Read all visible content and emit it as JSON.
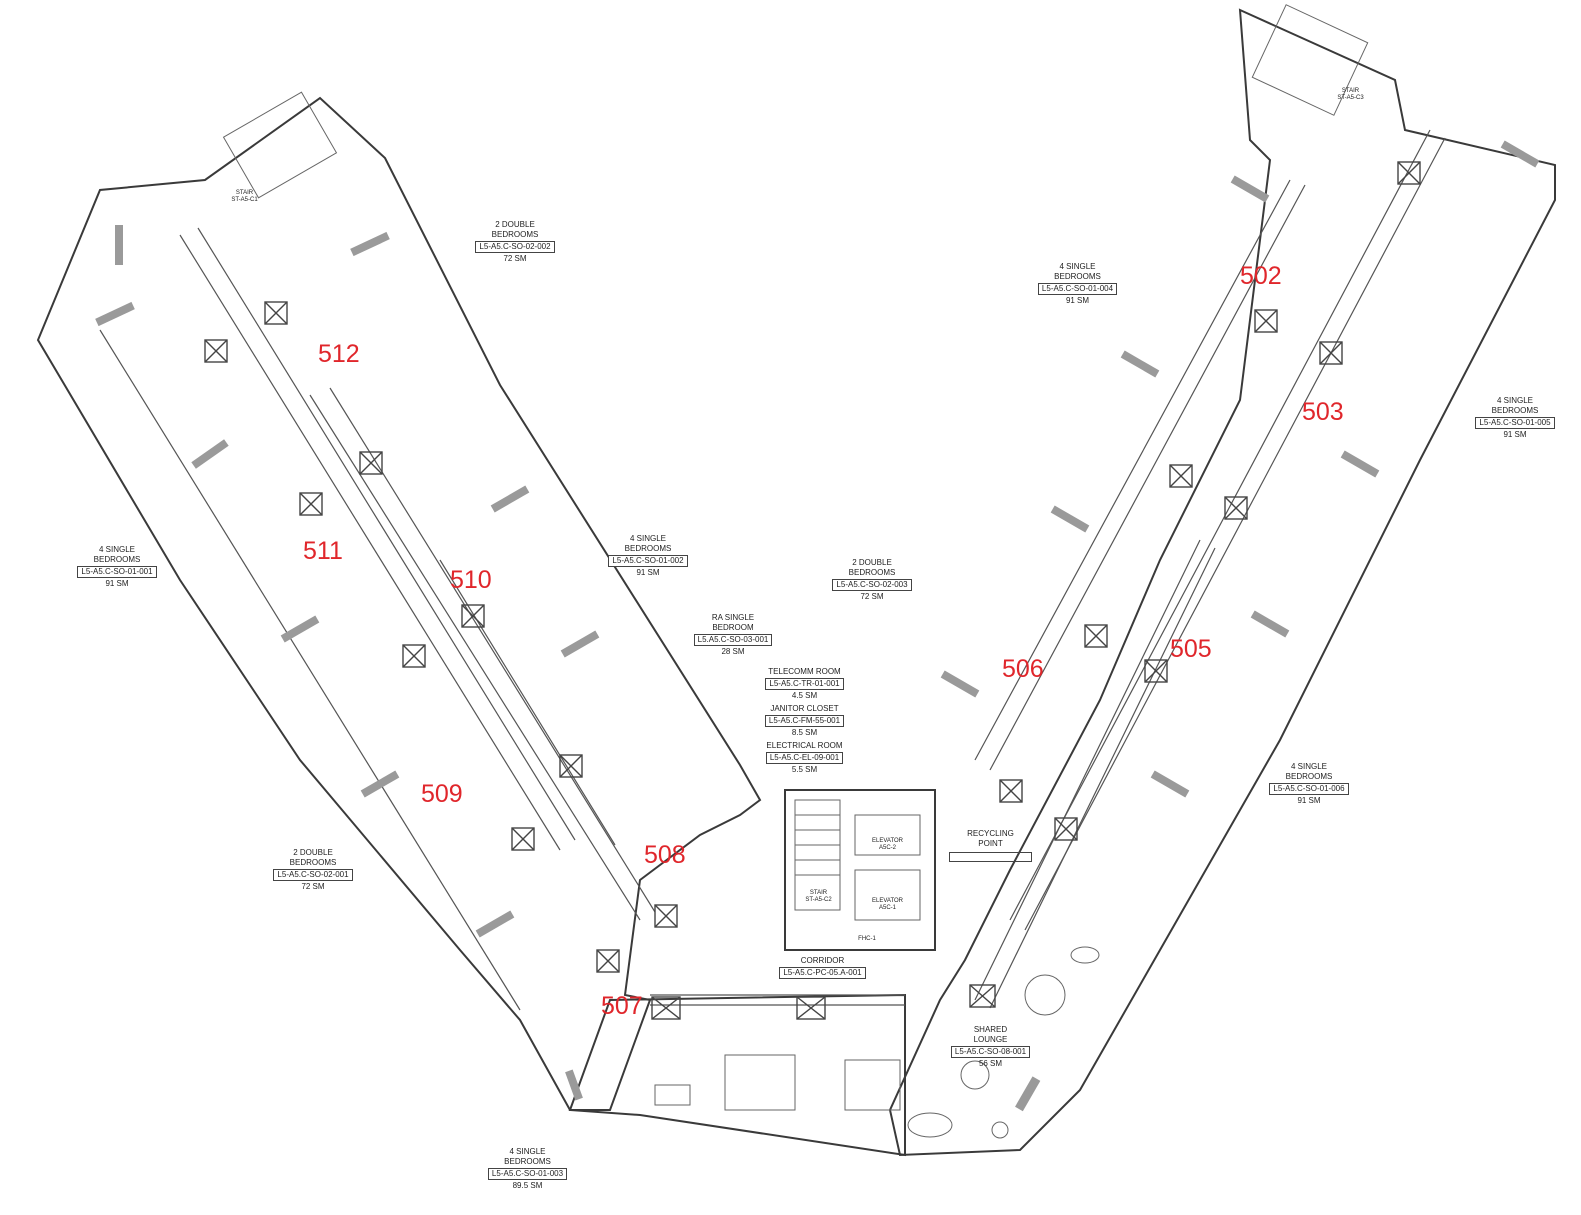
{
  "units": [
    {
      "key": "u502",
      "number": "502"
    },
    {
      "key": "u503",
      "number": "503"
    },
    {
      "key": "u505",
      "number": "505"
    },
    {
      "key": "u506",
      "number": "506"
    },
    {
      "key": "u507",
      "number": "507"
    },
    {
      "key": "u508",
      "number": "508"
    },
    {
      "key": "u509",
      "number": "509"
    },
    {
      "key": "u510",
      "number": "510"
    },
    {
      "key": "u511",
      "number": "511"
    },
    {
      "key": "u512",
      "number": "512"
    }
  ],
  "rooms": {
    "so02_002": {
      "title1": "2 DOUBLE",
      "title2": "BEDROOMS",
      "code": "L5-A5.C-SO-02-002",
      "area": "72 SM"
    },
    "so01_004": {
      "title1": "4 SINGLE",
      "title2": "BEDROOMS",
      "code": "L5-A5.C-SO-01-004",
      "area": "91 SM"
    },
    "so01_005": {
      "title1": "4 SINGLE",
      "title2": "BEDROOMS",
      "code": "L5-A5.C-SO-01-005",
      "area": "91 SM"
    },
    "so01_001": {
      "title1": "4 SINGLE",
      "title2": "BEDROOMS",
      "code": "L5-A5.C-SO-01-001",
      "area": "91 SM"
    },
    "so01_002": {
      "title1": "4 SINGLE",
      "title2": "BEDROOMS",
      "code": "L5-A5.C-SO-01-002",
      "area": "91 SM"
    },
    "so02_003": {
      "title1": "2 DOUBLE",
      "title2": "BEDROOMS",
      "code": "L5-A5.C-SO-02-003",
      "area": "72 SM"
    },
    "so03_001": {
      "title1": "RA SINGLE",
      "title2": "BEDROOM",
      "code": "L5.A5.C-SO-03-001",
      "area": "28 SM"
    },
    "tr01_001": {
      "title1": "TELECOMM ROOM",
      "title2": "",
      "code": "L5-A5.C-TR-01-001",
      "area": "4.5 SM"
    },
    "fm55_001": {
      "title1": "JANITOR CLOSET",
      "title2": "",
      "code": "L5-A5.C-FM-55-001",
      "area": "8.5 SM"
    },
    "el09_001": {
      "title1": "ELECTRICAL ROOM",
      "title2": "",
      "code": "L5-A5.C-EL-09-001",
      "area": "5.5 SM"
    },
    "so01_006": {
      "title1": "4 SINGLE",
      "title2": "BEDROOMS",
      "code": "L5-A5.C-SO-01-006",
      "area": "91 SM"
    },
    "so02_001": {
      "title1": "2 DOUBLE",
      "title2": "BEDROOMS",
      "code": "L5-A5.C-SO-02-001",
      "area": "72 SM"
    },
    "pc05": {
      "title1": "CORRIDOR",
      "title2": "",
      "code": "L5-A5.C-PC-05.A-001",
      "area": ""
    },
    "so08_001": {
      "title1": "SHARED",
      "title2": "LOUNGE",
      "code": "L5-A5.C-SO-08-001",
      "area": "56 SM"
    },
    "so01_003": {
      "title1": "4 SINGLE",
      "title2": "BEDROOMS",
      "code": "L5-A5.C-SO-01-003",
      "area": "89.5 SM"
    }
  },
  "recycling": {
    "line1": "RECYCLING",
    "line2": "POINT"
  },
  "cores": {
    "stair_c1": {
      "line1": "STAIR",
      "line2": "ST-A5-C1"
    },
    "stair_c2": {
      "line1": "STAIR",
      "line2": "ST-A5-C2"
    },
    "stair_c3": {
      "line1": "STAIR",
      "line2": "ST-A5-C3"
    },
    "elevator_2": {
      "line1": "ELEVATOR",
      "line2": "A5C-2"
    },
    "elevator_1": {
      "line1": "ELEVATOR",
      "line2": "A5C-1"
    },
    "fhc": "FHC-1"
  },
  "colors": {
    "wall": "#3a3a3a",
    "furniture": "#8a8a8a",
    "unit_number": "#e0262b",
    "fill": "#d9d9d9"
  }
}
